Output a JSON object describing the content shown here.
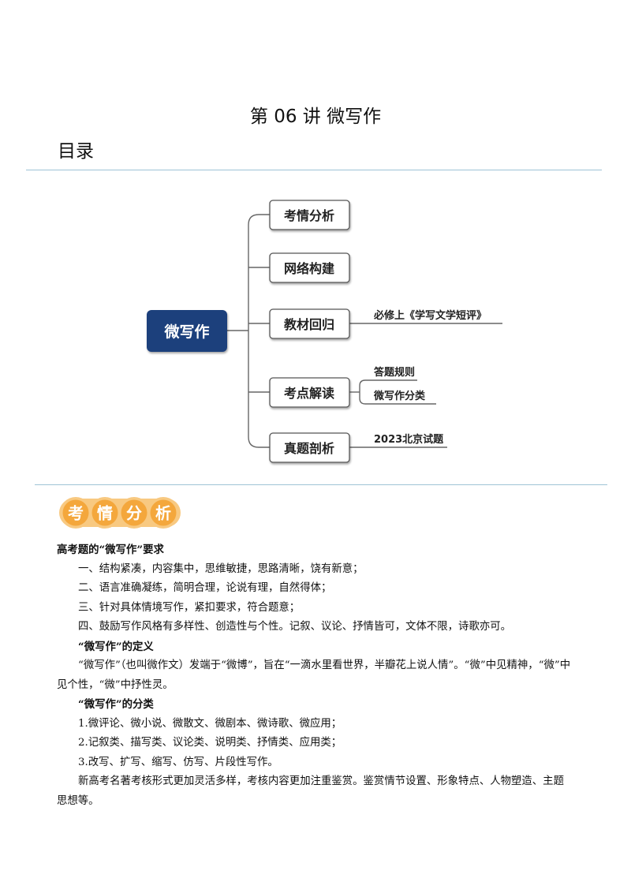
{
  "header": {
    "title": "第 06 讲    微写作",
    "toc_heading": "目录"
  },
  "mindmap": {
    "root": "微写作",
    "branches": [
      {
        "label": "考情分析",
        "children": []
      },
      {
        "label": "网络构建",
        "children": []
      },
      {
        "label": "教材回归",
        "children": [
          "必修上《学写文学短评》"
        ]
      },
      {
        "label": "考点解读",
        "children": [
          "答题规则",
          "微写作分类"
        ]
      },
      {
        "label": "真题剖析",
        "children": [
          "2023北京试题"
        ]
      }
    ]
  },
  "section_badge": {
    "chars": [
      "考",
      "情",
      "分",
      "析"
    ],
    "bg_color": "#f4a73c",
    "ring_color": "#f8c981"
  },
  "content": {
    "heading1": "高考题的“微写作”要求",
    "req1": "一、结构紧凑，内容集中，思维敏捷，思路清晰，饶有新意；",
    "req2": "二、语言准确凝练，简明合理，论说有理，自然得体；",
    "req3": "三、针对具体情境写作，紧扣要求，符合题意；",
    "req4": "四、鼓励写作风格有多样性、创造性与个性。记叙、议论、抒情皆可，文体不限，诗歌亦可。",
    "heading2": "“微写作”的定义",
    "definition": "“微写作”（也叫微作文）发端于“微博”，旨在“一滴水里看世界，半瓣花上说人情”。“微”中见精神，“微”中见个性，“微”中抒性灵。",
    "heading3": "“微写作”的分类",
    "class1": "1.微评论、微小说、微散文、微剧本、微诗歌、微应用；",
    "class2": "2.记叙类、描写类、议论类、说明类、抒情类、应用类；",
    "class3": "3.改写、扩写、缩写、仿写、片段性写作。",
    "closing": "新高考名著考核形式更加灵活多样，考核内容更加注重鉴赏。鉴赏情节设置、形象特点、人物塑造、主题思想等。"
  },
  "colors": {
    "root_box": "#1e3f7c",
    "rule": "#9ec3d6",
    "text": "#111111"
  }
}
